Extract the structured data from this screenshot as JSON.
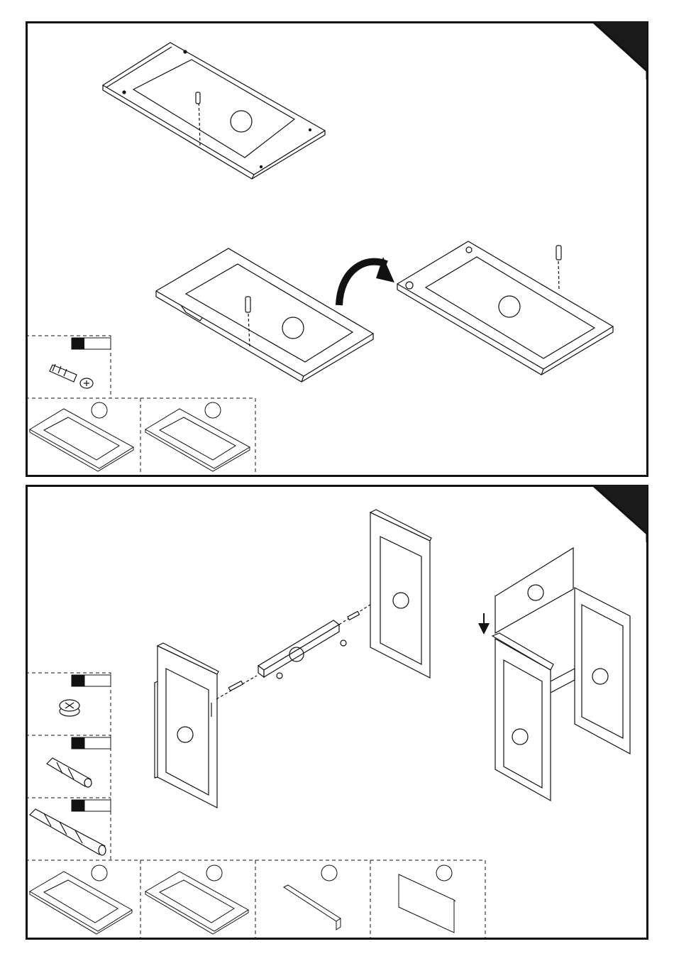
{
  "colors": {
    "ink": "#111111",
    "paper": "#ffffff",
    "corner_mark": "#1a1a1a"
  },
  "steps": [
    {
      "corner_mark": "black-corner-triangle",
      "main_view": [
        "cam-bolt-insertion-top-panel",
        "rotate-arrow",
        "cam-bolt-insertion-bottom-panel"
      ],
      "hardware": [
        {
          "icon": "cam-bolt-icon",
          "quantity": ""
        }
      ],
      "parts": [
        {
          "icon": "top-panel-icon",
          "letter": ""
        },
        {
          "icon": "bottom-panel-icon",
          "letter": ""
        }
      ]
    },
    {
      "corner_mark": "black-corner-triangle",
      "main_view": [
        "side-panel-left",
        "rail",
        "side-panel-right",
        "back-panel-assembly"
      ],
      "hardware": [
        {
          "icon": "cam-lock-icon",
          "quantity": ""
        },
        {
          "icon": "short-dowel-icon",
          "quantity": ""
        },
        {
          "icon": "long-dowel-icon",
          "quantity": ""
        }
      ],
      "parts": [
        {
          "icon": "side-panel-icon",
          "letter": ""
        },
        {
          "icon": "notched-side-panel-icon",
          "letter": ""
        },
        {
          "icon": "rail-icon",
          "letter": ""
        },
        {
          "icon": "back-board-icon",
          "letter": ""
        }
      ]
    }
  ]
}
